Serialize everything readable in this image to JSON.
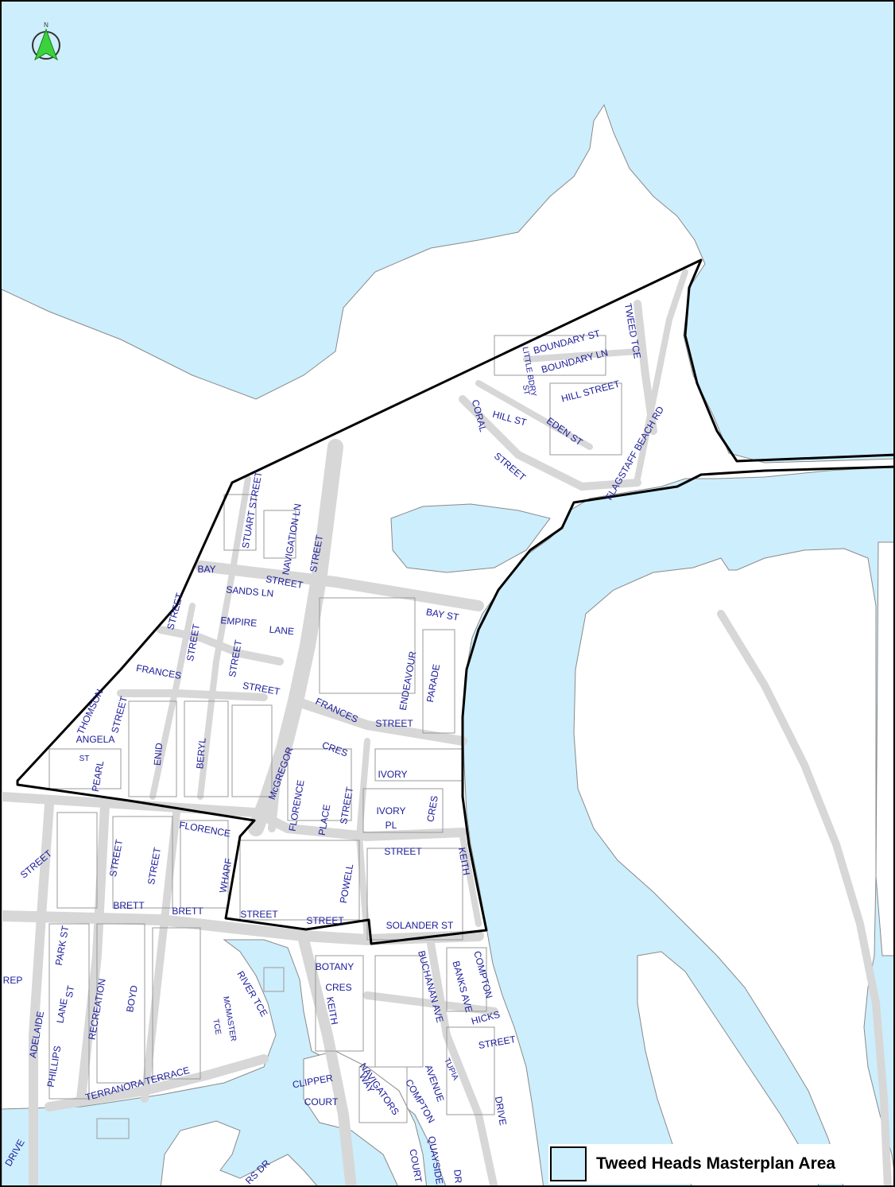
{
  "colors": {
    "water": "#cdeefc",
    "land": "#ffffff",
    "road": "#d7d7d7",
    "parcel_line": "#9a9a9a",
    "boundary": "#000000",
    "label": "#1a1a9a",
    "north_arrow": "#3bd23b"
  },
  "north_arrow": {
    "icon": "north-arrow-icon",
    "letter": "N"
  },
  "legend": {
    "label": "Tweed Heads Masterplan Area"
  },
  "street_labels": [
    "BOUNDARY ST",
    "BOUNDARY LN",
    "TWEED TCE",
    "LITTLE BDRY",
    "ST",
    "HILL STREET",
    "CORAL",
    "HILL ST",
    "EDEN ST",
    "STREET",
    "FLAGSTAFF BEACH RD",
    "STUART STREET",
    "NAVIGATION LN",
    "STREET",
    "BAY",
    "STREET",
    "SANDS LN",
    "BAY ST",
    "STREET",
    "EMPIRE",
    "LANE",
    "STREET",
    "STREET",
    "FRANCES",
    "STREET",
    "ENDEAVOUR",
    "PARADE",
    "FRANCES",
    "STREET",
    "THOMSON",
    "STREET",
    "ANGELA",
    "ST",
    "ENID",
    "BERYL",
    "McGREGOR",
    "CRES",
    "IVORY",
    "PEARL",
    "FLORENCE",
    "PLACE",
    "STREET",
    "IVORY",
    "PL",
    "CRES",
    "FLORENCE",
    "STREET",
    "STREET",
    "STREET",
    "WHARF",
    "STREET",
    "KEITH",
    "POWELL",
    "BRETT",
    "STREET",
    "BRETT",
    "STREET",
    "SOLANDER ST",
    "PARK ST",
    "BOTANY",
    "CRES",
    "BUCHANAN AVE",
    "BANKS AVE",
    "COMPTON",
    "HICKS",
    "STREET",
    "RIVER TCE",
    "KEITH",
    "REP",
    "ST",
    "LANE",
    "BOYD",
    "RECREATION",
    "ADELAIDE",
    "PHILLIPS",
    "TUPIA",
    "AVENUE",
    "CLIPPER",
    "WAY",
    "COURT",
    "NAVIGATORS",
    "COMPTON",
    "DRIVE",
    "TERRANORA TERRACE",
    "DRIVE",
    "COURT",
    "QUAYSIDE",
    "DR",
    "RS DR",
    "MCMASTER",
    "TCE"
  ]
}
